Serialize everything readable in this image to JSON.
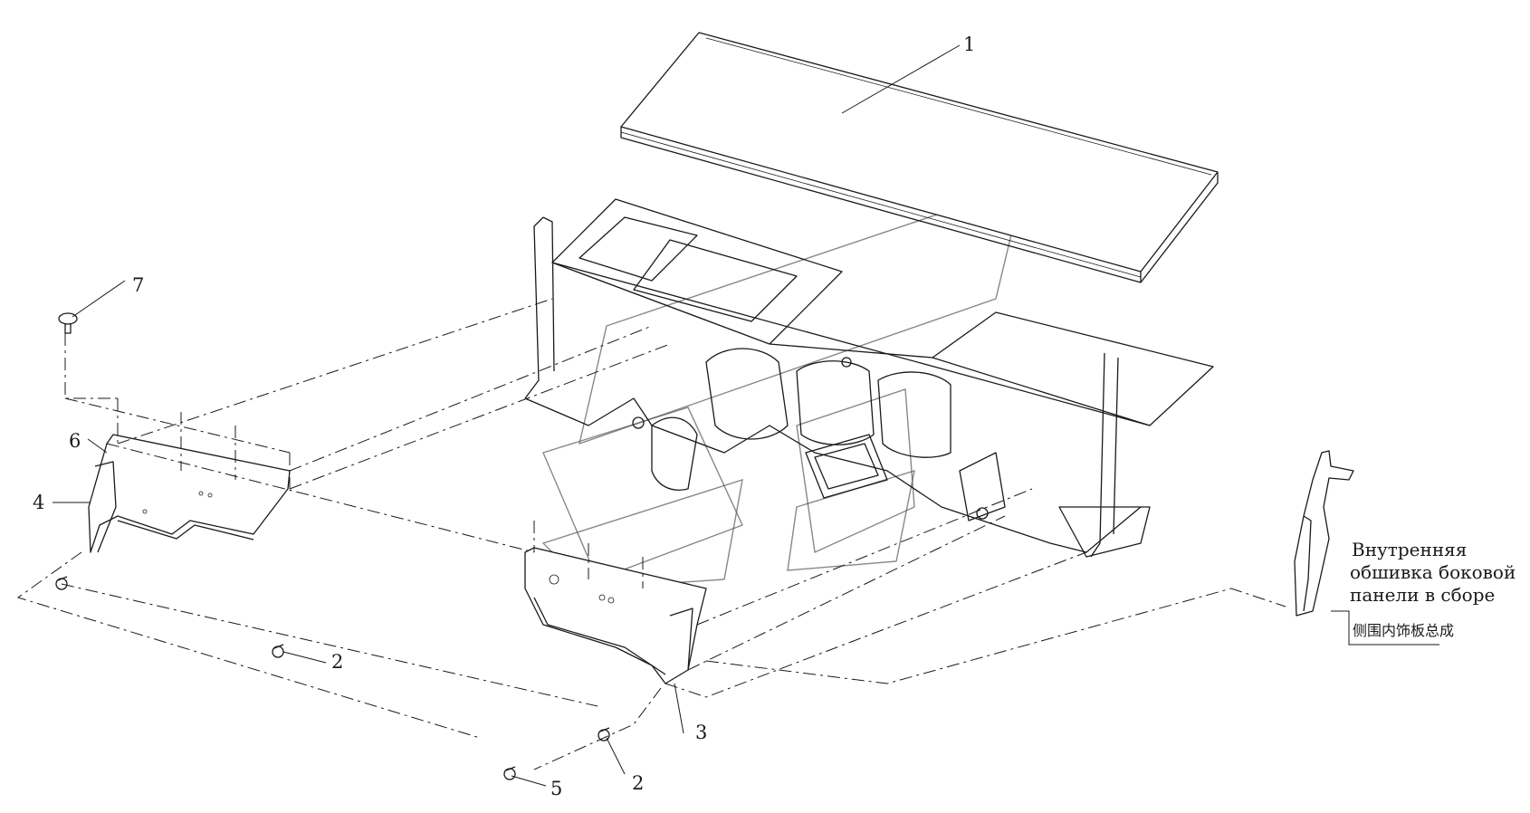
{
  "callouts": {
    "c1": "1",
    "c2a": "2",
    "c2b": "2",
    "c3": "3",
    "c4": "4",
    "c5": "5",
    "c6": "6",
    "c7": "7"
  },
  "side_panel_label": {
    "line1": "Внутренняя",
    "line2": "обшивка боковой",
    "line3": "панели в сборе",
    "line_cn": "侧围内饰板总成"
  }
}
